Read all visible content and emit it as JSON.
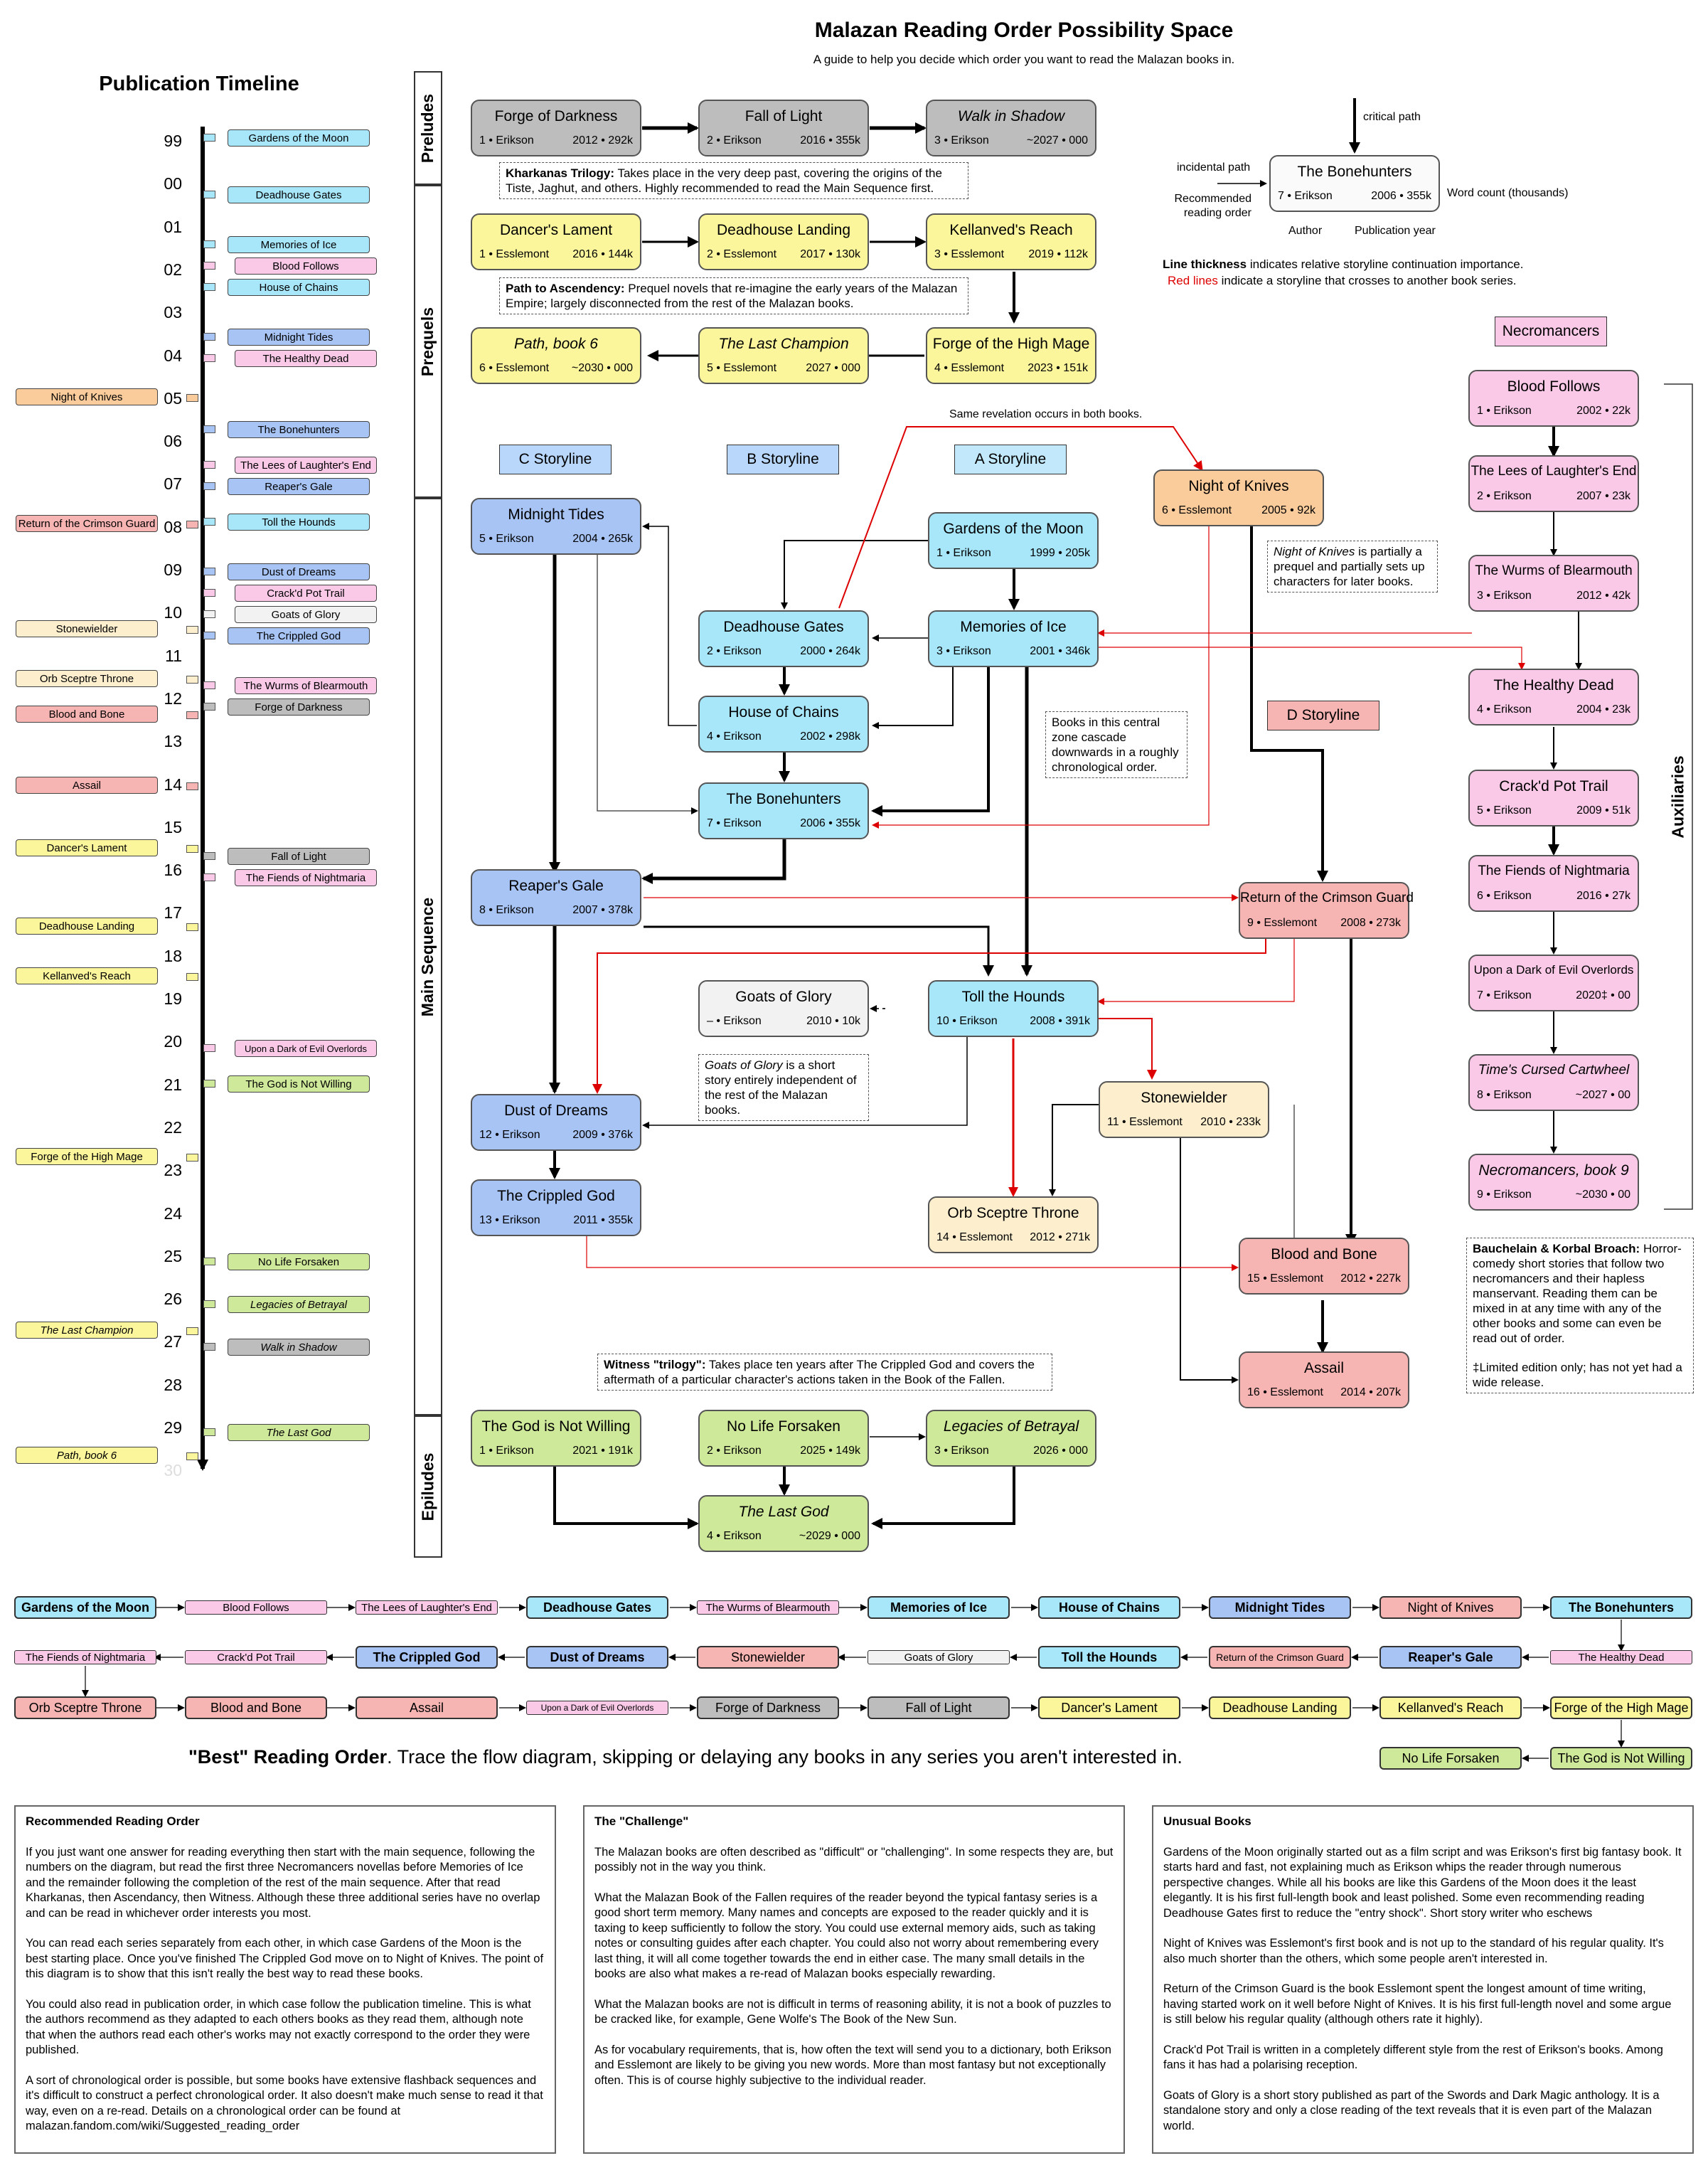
{
  "title": "Malazan Reading Order Possibility Space",
  "subtitle": "A guide to help you decide which order you want to read the Malazan books in.",
  "timeline": {
    "title": "Publication Timeline",
    "years": [
      "99",
      "00",
      "01",
      "02",
      "03",
      "04",
      "05",
      "06",
      "07",
      "08",
      "09",
      "10",
      "11",
      "12",
      "13",
      "14",
      "15",
      "16",
      "17",
      "18",
      "19",
      "20",
      "21",
      "22",
      "23",
      "24",
      "25",
      "26",
      "27",
      "28",
      "29",
      "30"
    ],
    "left_boxes": [
      "Night of Knives",
      "Return of the Crimson Guard",
      "Stonewielder",
      "Orb Sceptre Throne",
      "Blood and Bone",
      "Assail",
      "Dancer's Lament",
      "Deadhouse Landing",
      "Kellanved's Reach",
      "Forge of the High Mage",
      "The Last Champion",
      "Path, book 6"
    ],
    "right_boxes": [
      "Gardens of the Moon",
      "Deadhouse Gates",
      "Memories of Ice",
      "Blood Follows",
      "House of Chains",
      "Midnight Tides",
      "The Healthy Dead",
      "The Bonehunters",
      "The Lees of Laughter's End",
      "Reaper's Gale",
      "Toll the Hounds",
      "Dust of Dreams",
      "Crack'd Pot Trail",
      "Goats of Glory",
      "The Crippled God",
      "The Wurms of Blearmouth",
      "Forge of Darkness",
      "Fall of Light",
      "The Fiends of Nightmaria",
      "Upon a Dark of Evil Overlords",
      "The God is Not Willing",
      "No Life Forsaken",
      "Legacies of Betrayal",
      "Walk in Shadow",
      "The Last God"
    ]
  },
  "sections": [
    "Preludes",
    "Prequels",
    "Main Sequence",
    "Epiludes",
    "Auxiliaries"
  ],
  "storylines": {
    "c": "C Storyline",
    "b": "B Storyline",
    "a": "A Storyline",
    "d": "D Storyline",
    "necro": "Necromancers"
  },
  "books": {
    "fod": {
      "title": "Forge of Darkness",
      "num": "1 • Erikson",
      "meta": "2012 • 292k"
    },
    "fol": {
      "title": "Fall of Light",
      "num": "2 • Erikson",
      "meta": "2016 • 355k"
    },
    "wis": {
      "title": "Walk in Shadow",
      "num": "3 • Erikson",
      "meta": "~2027 • 000"
    },
    "dl": {
      "title": "Dancer's Lament",
      "num": "1 • Esslemont",
      "meta": "2016 • 144k"
    },
    "dhl": {
      "title": "Deadhouse Landing",
      "num": "2 • Esslemont",
      "meta": "2017 • 130k"
    },
    "kr": {
      "title": "Kellanved's Reach",
      "num": "3 • Esslemont",
      "meta": "2019 • 112k"
    },
    "path": {
      "title": "Path, book 6",
      "num": "6 • Esslemont",
      "meta": "~2030 • 000"
    },
    "tlc": {
      "title": "The Last Champion",
      "num": "5 • Esslemont",
      "meta": "2027 • 000"
    },
    "fhm": {
      "title": "Forge of the High Mage",
      "num": "4 • Esslemont",
      "meta": "2023 • 151k"
    },
    "mt": {
      "title": "Midnight Tides",
      "num": "5 • Erikson",
      "meta": "2004 • 265k"
    },
    "gotm": {
      "title": "Gardens of the Moon",
      "num": "1 • Erikson",
      "meta": "1999 • 205k"
    },
    "dg": {
      "title": "Deadhouse Gates",
      "num": "2 • Erikson",
      "meta": "2000 • 264k"
    },
    "moi": {
      "title": "Memories of Ice",
      "num": "3 • Erikson",
      "meta": "2001 • 346k"
    },
    "hoc": {
      "title": "House of Chains",
      "num": "4 • Erikson",
      "meta": "2002 • 298k"
    },
    "tb": {
      "title": "The Bonehunters",
      "num": "7 • Erikson",
      "meta": "2006 • 355k"
    },
    "rg": {
      "title": "Reaper's Gale",
      "num": "8 • Erikson",
      "meta": "2007 • 378k"
    },
    "nok": {
      "title": "Night of Knives",
      "num": "6 • Esslemont",
      "meta": "2005 • 92k"
    },
    "rotcg": {
      "title": "Return of the Crimson Guard",
      "num": "9 • Esslemont",
      "meta": "2008 • 273k"
    },
    "gog": {
      "title": "Goats of Glory",
      "num": "– • Erikson",
      "meta": "2010 • 10k"
    },
    "tth": {
      "title": "Toll the Hounds",
      "num": "10 • Erikson",
      "meta": "2008 • 391k"
    },
    "sw": {
      "title": "Stonewielder",
      "num": "11 • Esslemont",
      "meta": "2010 • 233k"
    },
    "dod": {
      "title": "Dust of Dreams",
      "num": "12 • Erikson",
      "meta": "2009 • 376k"
    },
    "tcg": {
      "title": "The Crippled God",
      "num": "13 • Erikson",
      "meta": "2011 • 355k"
    },
    "ost": {
      "title": "Orb Sceptre Throne",
      "num": "14 • Esslemont",
      "meta": "2012 • 271k"
    },
    "bab": {
      "title": "Blood and Bone",
      "num": "15 • Esslemont",
      "meta": "2012 • 227k"
    },
    "assail": {
      "title": "Assail",
      "num": "16 • Esslemont",
      "meta": "2014 • 207k"
    },
    "tginw": {
      "title": "The God is Not Willing",
      "num": "1 • Erikson",
      "meta": "2021 • 191k"
    },
    "nlf": {
      "title": "No Life Forsaken",
      "num": "2 • Erikson",
      "meta": "2025 • 149k"
    },
    "lob": {
      "title": "Legacies of Betrayal",
      "num": "3 • Erikson",
      "meta": "2026 • 000"
    },
    "tlg": {
      "title": "The Last God",
      "num": "4 • Erikson",
      "meta": "~2029 • 000"
    },
    "bf": {
      "title": "Blood Follows",
      "num": "1 • Erikson",
      "meta": "2002 • 22k"
    },
    "lle": {
      "title": "The Lees of Laughter's End",
      "num": "2 • Erikson",
      "meta": "2007 • 23k"
    },
    "wob": {
      "title": "The Wurms of Blearmouth",
      "num": "3 • Erikson",
      "meta": "2012 • 42k"
    },
    "thd": {
      "title": "The Healthy Dead",
      "num": "4 • Erikson",
      "meta": "2004 • 23k"
    },
    "cpt": {
      "title": "Crack'd Pot Trail",
      "num": "5 • Erikson",
      "meta": "2009 • 51k"
    },
    "fon": {
      "title": "The Fiends of Nightmaria",
      "num": "6 • Erikson",
      "meta": "2016 • 27k"
    },
    "udeo": {
      "title": "Upon a Dark of Evil Overlords",
      "num": "7 • Erikson",
      "meta": "2020‡ • 00"
    },
    "tcc": {
      "title": "Time's Cursed Cartwheel",
      "num": "8 • Erikson",
      "meta": "~2027 • 00"
    },
    "nb9": {
      "title": "Necromancers, book 9",
      "num": "9 • Erikson",
      "meta": "~2030 • 00"
    }
  },
  "legend": {
    "critical_path": "critical path",
    "incidental_path": "incidental path",
    "recommended": "Recommended reading order",
    "word_count": "Word count (thousands)",
    "author": "Author",
    "pub_year": "Publication year",
    "example_title": "The Bonehunters",
    "example_num": "7 • Erikson",
    "example_meta": "2006 • 355k",
    "thickness_bold": "Line thickness",
    "thickness_rest": " indicates relative storyline continuation importance.",
    "red_bold": "Red lines",
    "red_rest": " indicate a storyline that crosses to another book series."
  },
  "notes": {
    "kharkanas_bold": "Kharkanas Trilogy:",
    "kharkanas_rest": " Takes place in the very deep past, covering the origins of the Tiste, Jaghut, and others. Highly recommended to read the Main Sequence first.",
    "ascendancy_bold": "Path to Ascendency:",
    "ascendancy_rest": " Prequel novels that re-imagine the early years of the Malazan Empire; largely disconnected from the rest of the Malazan books.",
    "same_revelation": "Same revelation occurs in both books.",
    "nok_italic": "Night of Knives",
    "nok_rest": " is partially a prequel and partially sets up characters for later books.",
    "cascade": "Books in this central zone cascade downwards in a roughly chronological order.",
    "gog_italic": "Goats of Glory",
    "gog_rest": " is a short story entirely independent of the rest of the Malazan books.",
    "witness_bold": "Witness \"trilogy\":",
    "witness_rest": " Takes place ten years after The Crippled God and covers the aftermath of a particular character's actions taken in the Book of the Fallen.",
    "bk_bold": "Bauchelain & Korbal Broach:",
    "bk_rest": " Horror-comedy short stories that follow two necromancers and their hapless manservant. Reading them can be mixed in at any time with any of the other books and some can even be read out of order.",
    "bk_limited": "‡Limited edition only; has not yet had a wide release."
  },
  "best_order": {
    "title_bold": "\"Best\" Reading Order",
    "title_rest": ". Trace the flow diagram, skipping or delaying any books in any series you aren't interested in.",
    "row1": [
      "Gardens of the Moon",
      "Blood Follows",
      "The Lees of Laughter's End",
      "Deadhouse Gates",
      "The Wurms of Blearmouth",
      "Memories of Ice",
      "House of Chains",
      "Midnight Tides",
      "Night of Knives",
      "The Bonehunters"
    ],
    "row2": [
      "The Fiends of Nightmaria",
      "Crack'd Pot Trail",
      "The Crippled God",
      "Dust of Dreams",
      "Stonewielder",
      "Goats of Glory",
      "Toll the Hounds",
      "Return of the Crimson Guard",
      "Reaper's Gale",
      "The Healthy Dead"
    ],
    "row3": [
      "Orb Sceptre Throne",
      "Blood and Bone",
      "Assail",
      "Upon a Dark of Evil Overlords",
      "Forge of Darkness",
      "Fall of Light",
      "Dancer's Lament",
      "Deadhouse Landing",
      "Kellanved's Reach",
      "Forge of the High Mage"
    ],
    "row4": [
      "No Life Forsaken",
      "The God is Not Willing"
    ]
  },
  "panels": {
    "rec_title": "Recommended Reading Order",
    "rec_p1": "If you just want one answer for reading everything then start with the main sequence, following the numbers on the diagram, but read the first three Necromancers novellas before Memories of Ice and the remainder following the completion of the rest of the main sequence. After that read Kharkanas, then Ascendancy, then Witness. Although these three additional series have no overlap and can be read in whichever order interests you most.",
    "rec_p2": "You can read each series separately from each other, in which case Gardens of the Moon is the best starting place. Once you've finished The Crippled God move on to Night of Knives. The point of this diagram is to show that this isn't really the best way to read these books.",
    "rec_p3": "You could also read in publication order, in which case follow the publication timeline. This is what the authors recommend as they adapted to each others books as they read them, although note that when the authors read each other's works may not exactly correspond to the order they were published.",
    "rec_p4": "A sort of chronological order is possible, but some books have extensive flashback sequences and it's difficult to construct a perfect chronological order. It also doesn't make much sense to read it that way, even on a re-read. Details on a chronological order can be found at malazan.fandom.com/wiki/Suggested_reading_order",
    "chal_title": "The \"Challenge\"",
    "chal_p1": "The Malazan books are often described as \"difficult\" or \"challenging\". In some respects they are, but possibly not in the way you think.",
    "chal_p2": "What the Malazan Book of the Fallen requires of the reader beyond the typical fantasy series is a good short term memory. Many names and concepts are exposed to the reader quickly and it is taxing to keep sufficiently to follow the story. You could use external memory aids, such as taking notes or consulting guides after each chapter. You could also not worry about remembering every last thing, it will all come together towards the end in either case. The many small details in the books are also what makes a re-read of Malazan books especially rewarding.",
    "chal_p3": "What the Malazan books are not is difficult in terms of reasoning ability, it is not a book of puzzles to be cracked like, for example, Gene Wolfe's The Book of the New Sun.",
    "chal_p4": "As for vocabulary requirements, that is, how often the text will send you to a dictionary, both Erikson and Esslemont are likely to be giving you new words. More than most fantasy but not exceptionally often. This is of course highly subjective to the individual reader.",
    "unu_title": "Unusual Books",
    "unu_p1": "Gardens of the Moon originally started out as a film script and was Erikson's first big fantasy book. It starts hard and fast, not explaining much as Erikson whips the reader through numerous perspective changes. While all his books are like this Gardens of the Moon does it the least elegantly. It is his first full-length book and least polished. Some even recommending reading Deadhouse Gates first to reduce the \"entry shock\". Short story writer who eschews",
    "unu_p2": "Night of Knives was Esslemont's first book and is not up to the standard of his regular quality. It's also much shorter than the others, which some people aren't interested in.",
    "unu_p3": "Return of the Crimson Guard is the book Esslemont spent the longest amount of time writing, having started work on it well before Night of Knives. It is his first full-length novel and some argue is still below his regular quality (although others rate it highly).",
    "unu_p4": "Crack'd Pot Trail is written in a completely different style from the rest of Erikson's books. Among fans it has had a polarising reception.",
    "unu_p5": "Goats of Glory is a short story published as part of the Swords and Dark Magic anthology. It is a standalone story and only a close reading of the text reveals that it is even part of the Malazan world."
  }
}
